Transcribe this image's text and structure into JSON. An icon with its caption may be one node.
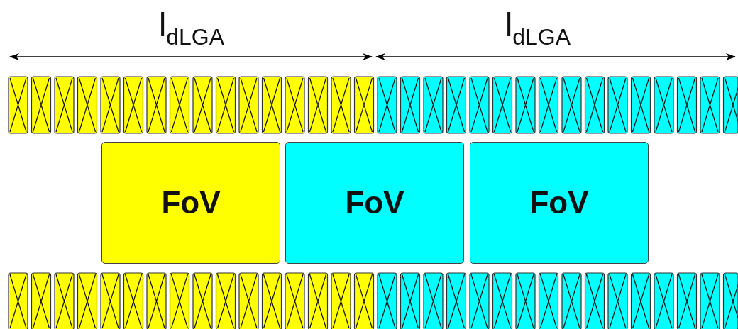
{
  "diagram": {
    "nodes": [
      {
        "text": [
          "FoV"
        ]
      },
      {
        "text": [
          "FoV"
        ]
      },
      {
        "text": [
          "FoV"
        ]
      }
    ],
    "labels": [
      "l$_{dLGA}$",
      "l$_{dLGA}$"
    ]
  }
}
